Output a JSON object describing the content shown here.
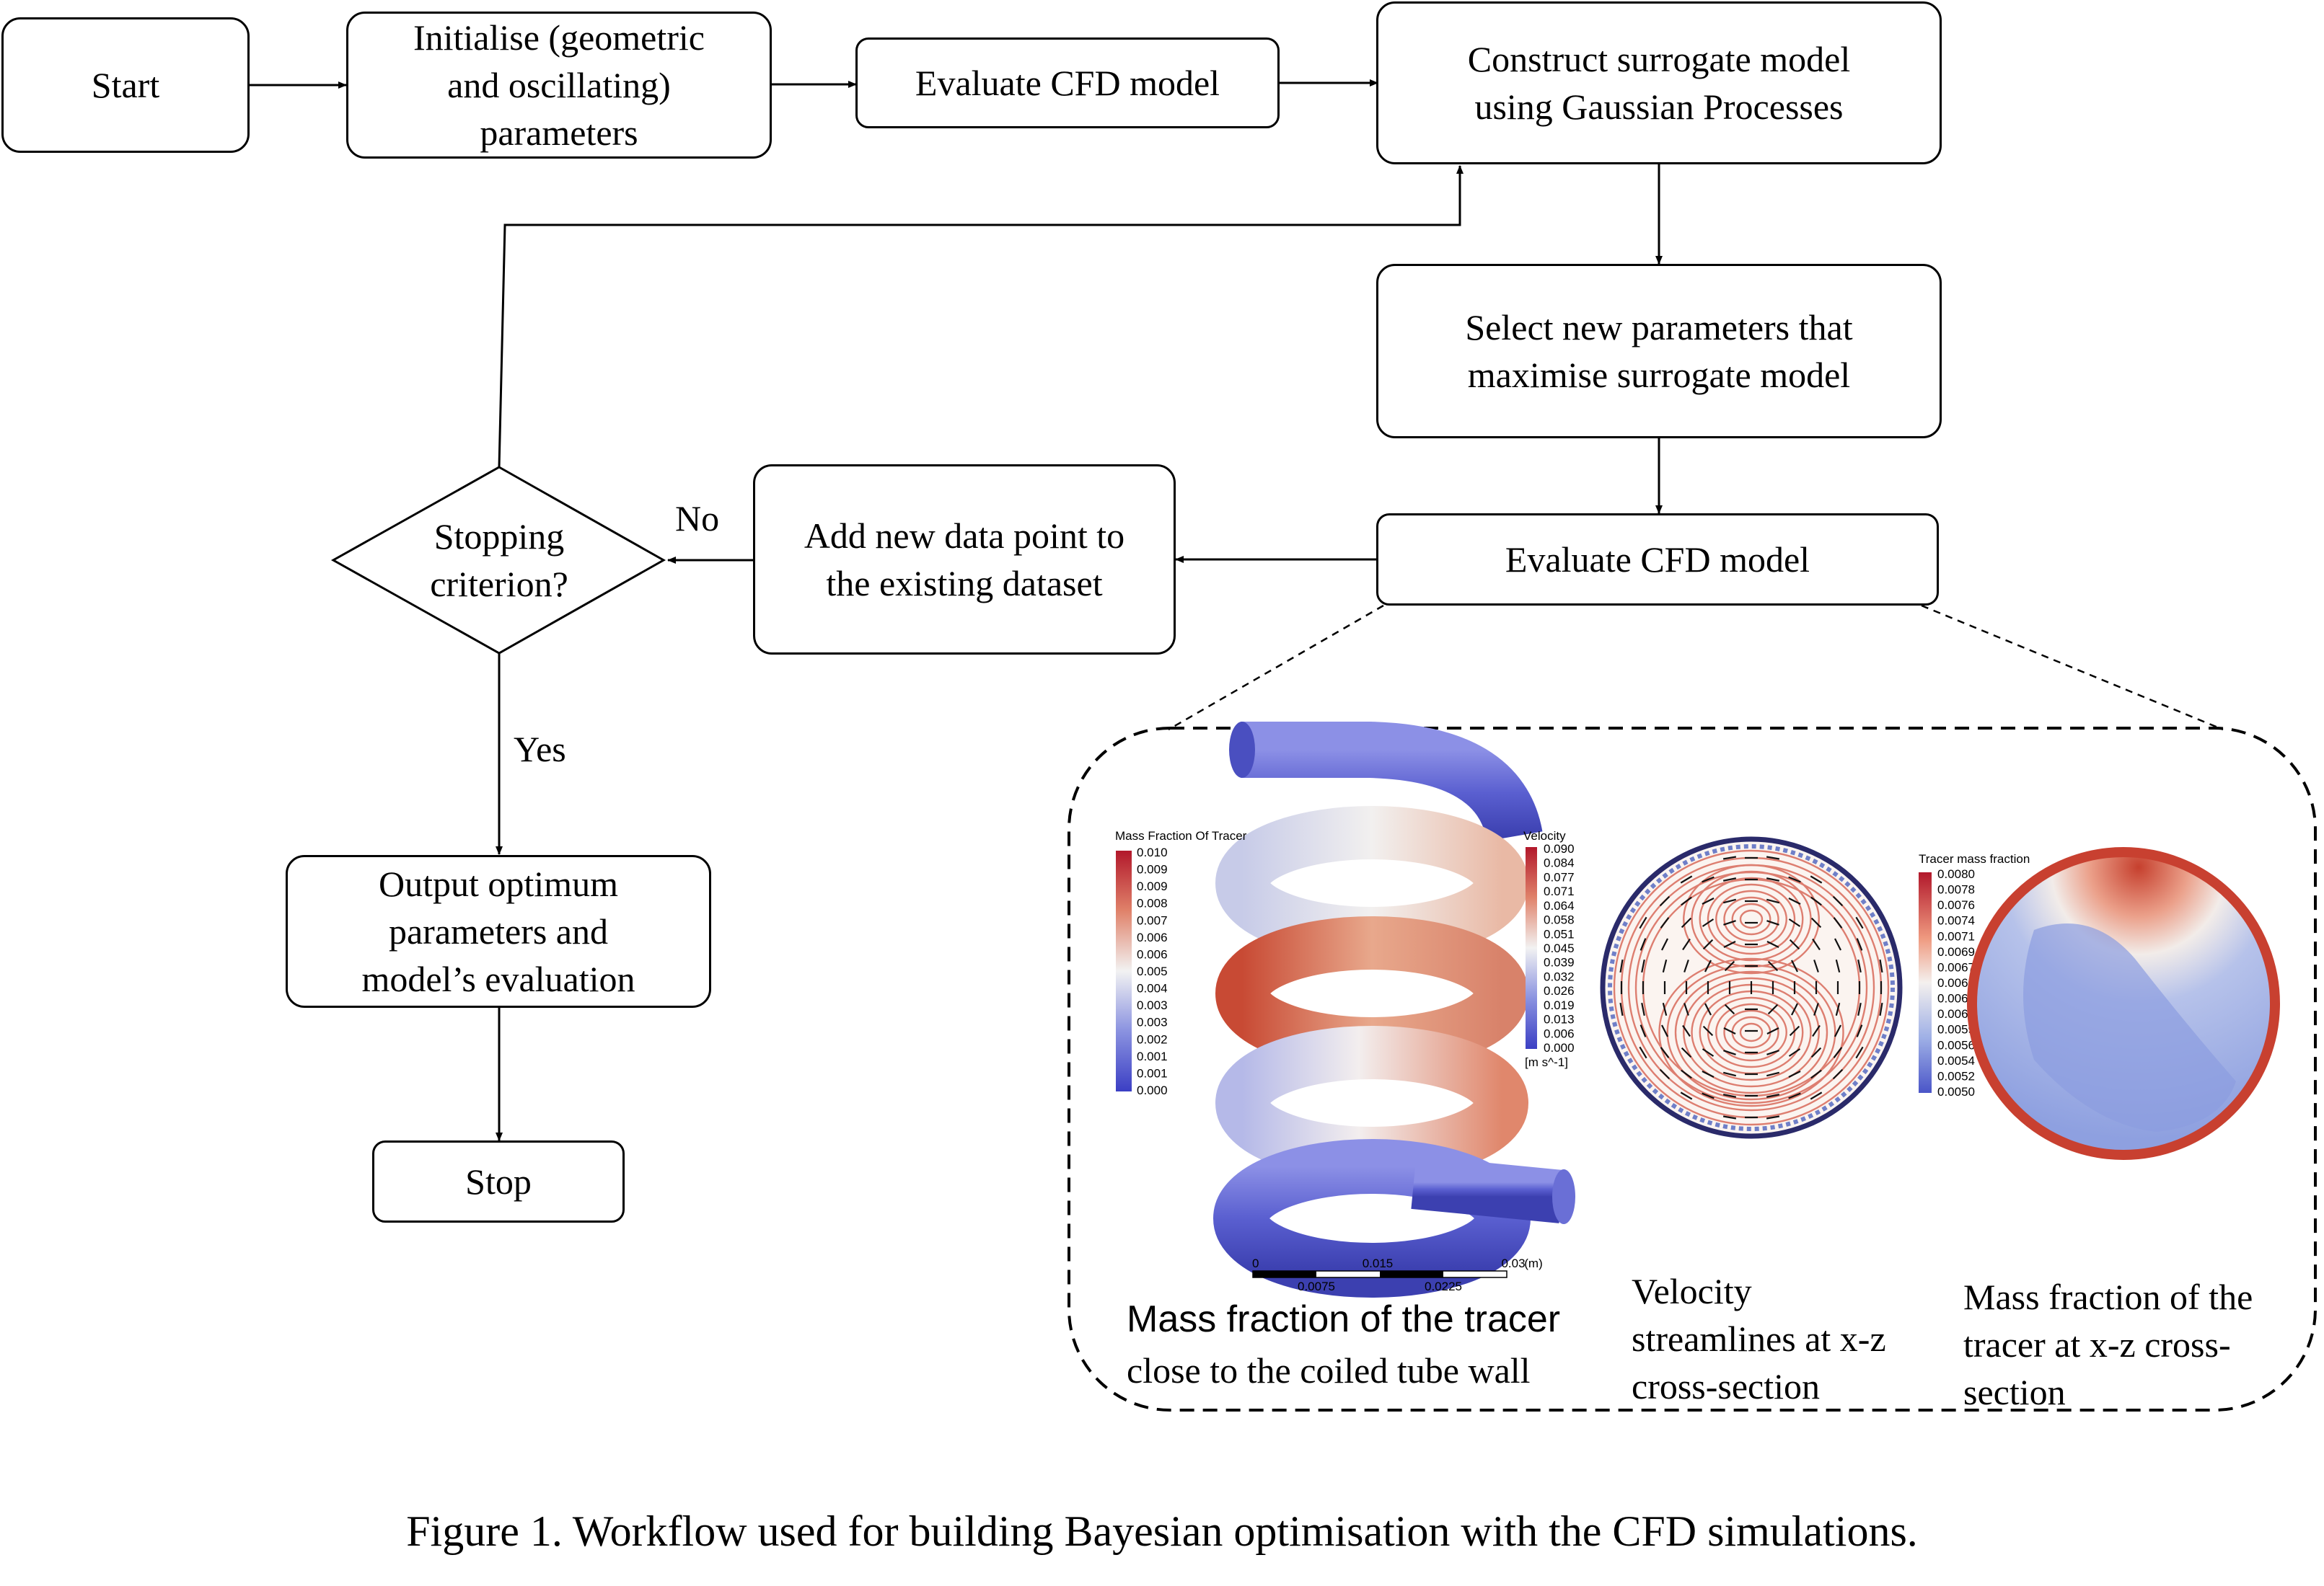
{
  "flowchart": {
    "start": "Start",
    "initialise": "Initialise (geometric\nand oscillating)\nparameters",
    "evaluate_cfd_top": "Evaluate CFD model",
    "construct_surrogate": "Construct surrogate model\nusing Gaussian Processes",
    "select_params": "Select new parameters that\nmaximise surrogate model",
    "evaluate_cfd": "Evaluate CFD model",
    "add_data": "Add new data point to\nthe existing dataset",
    "stopping": "Stopping\ncriterion?",
    "no_label": "No",
    "yes_label": "Yes",
    "output": "Output optimum\nparameters and\nmodel’s evaluation",
    "stop": "Stop"
  },
  "detail_panel": {
    "mass_fraction_legend": {
      "title": "Mass Fraction Of Tracer",
      "ticks": [
        "0.010",
        "0.009",
        "0.009",
        "0.008",
        "0.007",
        "0.006",
        "0.006",
        "0.005",
        "0.004",
        "0.003",
        "0.003",
        "0.002",
        "0.001",
        "0.001",
        "0.000"
      ]
    },
    "velocity_legend": {
      "title": "Velocity",
      "ticks": [
        "0.090",
        "0.084",
        "0.077",
        "0.071",
        "0.064",
        "0.058",
        "0.051",
        "0.045",
        "0.039",
        "0.032",
        "0.026",
        "0.019",
        "0.013",
        "0.006",
        "0.000"
      ],
      "unit": "[m s^-1]"
    },
    "tracer_legend": {
      "title": "Tracer mass fraction",
      "ticks": [
        "0.0080",
        "0.0078",
        "0.0076",
        "0.0074",
        "0.0071",
        "0.0069",
        "0.0067",
        "0.0065",
        "0.0063",
        "0.0061",
        "0.0059",
        "0.0056",
        "0.0054",
        "0.0052",
        "0.0050"
      ]
    },
    "scale_bar": {
      "top_labels": [
        "0",
        "0.015",
        "0.03"
      ],
      "unit": "(m)",
      "bottom_labels": [
        "0.0075",
        "0.0225"
      ]
    },
    "caption_coil_line1": "Mass fraction of the tracer",
    "caption_coil_line2": "close to the coiled tube wall",
    "caption_velocity": "Velocity\nstreamlines at x-z\ncross-section",
    "caption_mass": "Mass fraction of the\ntracer at x-z cross-\nsection"
  },
  "figure_caption": "Figure 1. Workflow used for building Bayesian optimisation with the CFD simulations."
}
